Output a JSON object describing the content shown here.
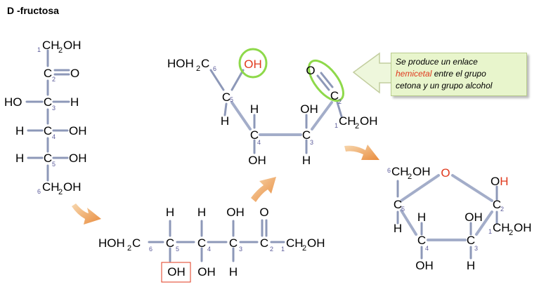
{
  "title": "D -fructosa",
  "callout": {
    "line1": "Se produce un enlace",
    "highlight": "hemicetal",
    "line2_rest": " entre el grupo",
    "line3": "cetona y un grupo alcohol"
  },
  "atoms": {
    "C": "C",
    "O": "O",
    "H": "H",
    "OH": "OH",
    "CH2OH": "CH",
    "HOH2C": "HOH",
    "two": "2",
    "HO": "HO"
  },
  "numbers": [
    "1",
    "2",
    "3",
    "4",
    "5",
    "6"
  ],
  "colors": {
    "bond": "#8d98b8",
    "highlight_circle": "#8ed94a",
    "oxygen_red": "#e03a1e",
    "arrow": "#ec9c52",
    "callout_bg": "#e8f5cc"
  }
}
